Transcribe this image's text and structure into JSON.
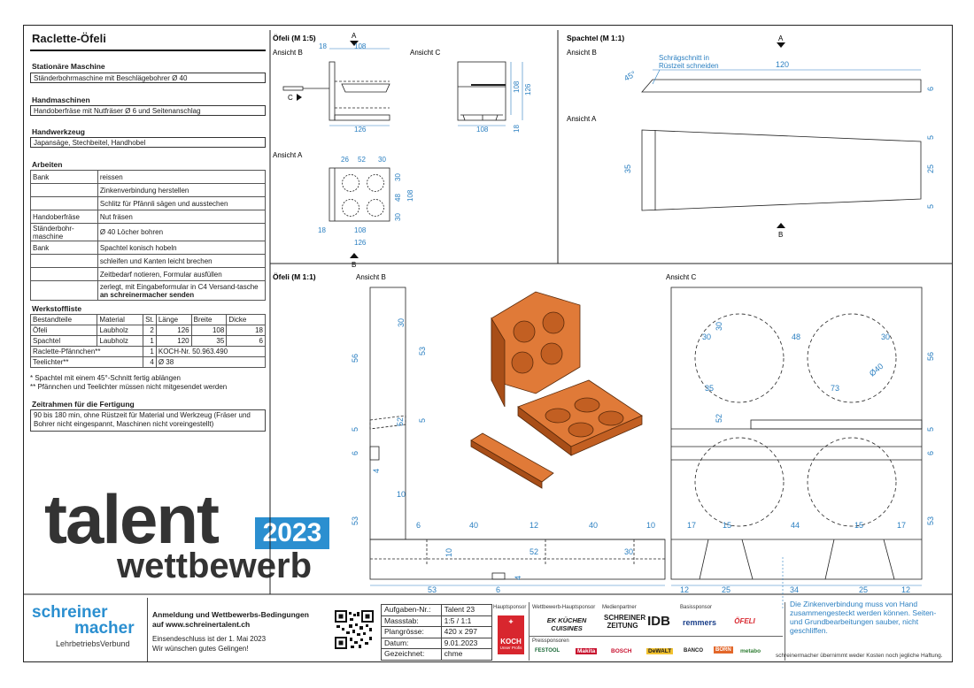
{
  "title": "Raclette-Öfeli",
  "sections": {
    "stationary": {
      "heading": "Stationäre Maschine",
      "value": "Ständerbohrmaschine mit Beschlägebohrer Ø 40"
    },
    "handmachines": {
      "heading": "Handmaschinen",
      "value": "Handoberfräse mit Nutfräser Ø 6 und Seitenanschlag"
    },
    "handtools": {
      "heading": "Handwerkzeug",
      "value": "Japansäge, Stechbeitel, Handhobel"
    }
  },
  "arbeiten": {
    "heading": "Arbeiten",
    "rows": [
      {
        "place": "Bank",
        "task": "reissen"
      },
      {
        "place": "",
        "task": "Zinkenverbindung herstellen"
      },
      {
        "place": "",
        "task": "Schlitz für Pfännli sägen und ausstechen"
      },
      {
        "place": "Handoberfräse",
        "task": "Nut fräsen"
      },
      {
        "place": "Ständerbohr-maschine",
        "task": "Ø 40 Löcher  bohren"
      },
      {
        "place": "Bank",
        "task": "Spachtel konisch hobeln"
      },
      {
        "place": "",
        "task": "schleifen und Kanten leicht brechen"
      },
      {
        "place": "",
        "task": "Zeitbedarf notieren, Formular ausfüllen"
      }
    ],
    "last_task_part1": "zerlegt, mit Eingabeformular in C4 Versand-tasche ",
    "last_task_bold": "an schreinermacher senden"
  },
  "werkstoffliste": {
    "heading": "Werkstoffliste",
    "headers": [
      "Bestandteile",
      "Material",
      "St.",
      "Länge",
      "Breite",
      "Dicke"
    ],
    "rows": [
      [
        "Öfeli",
        "Laubholz",
        "2",
        "126",
        "108",
        "18"
      ],
      [
        "Spachtel",
        "Laubholz",
        "1",
        "120",
        "35",
        "6"
      ]
    ],
    "raclette": {
      "name": "Raclette-Pfännchen**",
      "qty": "1",
      "spec": "KOCH-Nr. 50.963.490"
    },
    "teelichter": {
      "name": "Teelichter**",
      "qty": "4",
      "spec": "Ø 38"
    },
    "notes": [
      "* Spachtel mit einem 45°-Schnitt fertig ablängen",
      "** Pfännchen und Teelichter müssen nicht mitgesendet werden"
    ]
  },
  "zeitrahmen": {
    "heading": "Zeitrahmen für die Fertigung",
    "text": "90 bis 180 min, ohne Rüstzeit für Material und Werkzeug (Fräser und Bohrer nicht eingespannt, Maschinen nicht voreingestellt)"
  },
  "brand": {
    "word1": "talent",
    "year": "2023",
    "word2": "wettbewerb"
  },
  "drawings": {
    "oefeli_small": {
      "title": "Öfeli (M 1:5)",
      "view_b": "Ansicht B",
      "view_c": "Ansicht C",
      "view_a": "Ansicht A"
    },
    "spachtel": {
      "title": "Spachtel (M 1:1)",
      "view_b": "Ansicht B",
      "view_a": "Ansicht A",
      "note_line1": "Schrägschnitt in",
      "note_line2": "Rüstzeit schneiden"
    },
    "oefeli_large": {
      "title": "Öfeli (M 1:1)",
      "view_b": "Ansicht B",
      "view_c": "Ansicht C"
    },
    "marker_a": "A",
    "marker_b": "B",
    "marker_c": "C",
    "note_right": "Die Zinkenverbindung muss von Hand zusammengesteckt werden können. Seiten- und Grundbearbeitungen sauber, nicht geschliffen."
  },
  "dims": {
    "s18": "18",
    "s108": "108",
    "s126": "126",
    "s26": "26",
    "s52": "52",
    "s30": "30",
    "s48": "48",
    "s120": "120",
    "s35": "35",
    "s25": "25",
    "s5": "5",
    "s6": "6",
    "s45": "45°",
    "s56": "56",
    "s53": "53",
    "s10": "10",
    "s40": "40",
    "s12": "12",
    "s4": "4",
    "s73": "73",
    "s17": "17",
    "s15": "15",
    "s44": "44",
    "s34": "34",
    "sdia40": "Ø40"
  },
  "footer": {
    "logo_line1": "schreiner",
    "logo_line2": "macher",
    "logo_sub": "LehrbetriebsVerbund",
    "reg_title1": "Anmeldung und Wettbewerbs-Bedingungen",
    "reg_title2": "auf www.schreinertalent.ch",
    "deadline": "Einsendeschluss ist der 1. Mai 2023",
    "wish": "Wir wünschen gutes Gelingen!",
    "titleblock": [
      [
        "Aufgaben-Nr.:",
        "Talent 23"
      ],
      [
        "Massstab:",
        "1:5 / 1:1"
      ],
      [
        "Plangrösse:",
        "420 x 297"
      ],
      [
        "Datum:",
        "9.01.2023"
      ],
      [
        "Gezeichnet:",
        "chme"
      ]
    ],
    "hauptsponsor": "Hauptsponsor",
    "koch": "KOCH",
    "koch_sub": "Unser Profis",
    "wb_hauptsponsor": "Wettbewerb-Hauptsponsor",
    "ek_logo": "EK KÜCHEN CUISINES",
    "medienpartner": "Medienpartner",
    "schreiner_zeitung": "SCHREINER ZEITUNG",
    "idb": "IDB",
    "basissponsor": "Basissponsor",
    "remmers": "remmers",
    "oefeli_logo": "ÖFELI",
    "preissponsoren": "Preissponsoren",
    "sponsors": [
      "FESTOOL",
      "Makita",
      "BOSCH",
      "DeWALT",
      "BANCO",
      "BORN",
      "metabo"
    ],
    "disclaimer": "schreinermacher übernimmt weder Kosten noch jegliche Haftung."
  },
  "colors": {
    "accent": "#2b8fd0",
    "dimension": "#2a7fc1",
    "wood": "#e07a38",
    "koch_red": "#d8262e"
  }
}
